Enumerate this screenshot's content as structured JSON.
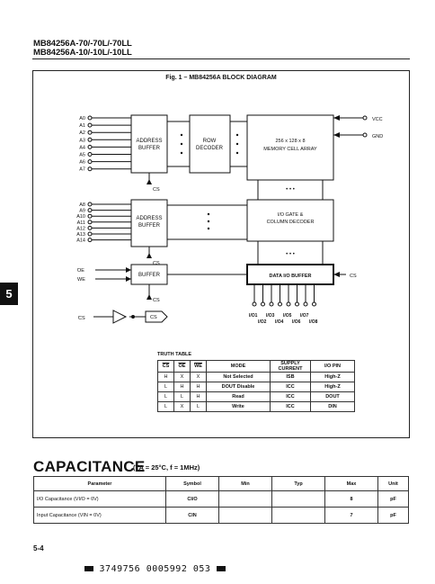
{
  "header": {
    "line1": "MB84256A-70/-70L/-70LL",
    "line2": "MB84256A-10/-10L/-10LL"
  },
  "figure": {
    "title": "Fig. 1 – MB84256A BLOCK DIAGRAM",
    "pins_a": [
      "A0",
      "A1",
      "A2",
      "A3",
      "A4",
      "A5",
      "A6",
      "A7"
    ],
    "pins_b": [
      "A8",
      "A9",
      "A10",
      "A11",
      "A12",
      "A13",
      "A14"
    ],
    "address_buffer": [
      "ADDRESS",
      "BUFFER"
    ],
    "row_decoder": [
      "ROW",
      "DECODER"
    ],
    "memory_array": "256 x 128 x 8",
    "memory_array_2": "MEMORY CELL ARRAY",
    "vcc": "VCC",
    "gnd": "GND",
    "io_gate": [
      "I/O GATE &",
      "COLUMN DECODER"
    ],
    "buffer": "BUFFER",
    "data_io_buffer": "DATA I/O BUFFER",
    "cs": "CS",
    "oe": "OE",
    "we": "WE",
    "cs_bar": "CS",
    "dots": "• • •",
    "io_top": [
      "I/O1",
      "I/O3",
      "I/O5",
      "I/O7"
    ],
    "io_bot": [
      "I/O2",
      "I/O4",
      "I/O6",
      "I/O8"
    ]
  },
  "truth_table": {
    "title": "TRUTH TABLE",
    "headers": [
      "CS",
      "OE",
      "WE",
      "MODE",
      "SUPPLY CURRENT",
      "I/O PIN"
    ],
    "rows": [
      [
        "H",
        "X",
        "X",
        "Not Selected",
        "ISB",
        "High-Z"
      ],
      [
        "L",
        "H",
        "H",
        "DOUT Disable",
        "ICC",
        "High-Z"
      ],
      [
        "L",
        "L",
        "H",
        "Read",
        "ICC",
        "DOUT"
      ],
      [
        "L",
        "X",
        "L",
        "Write",
        "ICC",
        "DIN"
      ]
    ]
  },
  "capacitance": {
    "title": "CAPACITANCE",
    "conditions": "(TA = 25°C, f = 1MHz)",
    "headers": [
      "Parameter",
      "Symbol",
      "Min",
      "Typ",
      "Max",
      "Unit"
    ],
    "rows": [
      [
        "I/O Capacitance (VI/O = 0V)",
        "CI/O",
        "",
        "",
        "8",
        "pF"
      ],
      [
        "Input Capacitance (VIN = 0V)",
        "CIN",
        "",
        "",
        "7",
        "pF"
      ]
    ]
  },
  "side_tab": "5",
  "page_number": "5-4",
  "barcode_text": "3749756 0005992 053"
}
